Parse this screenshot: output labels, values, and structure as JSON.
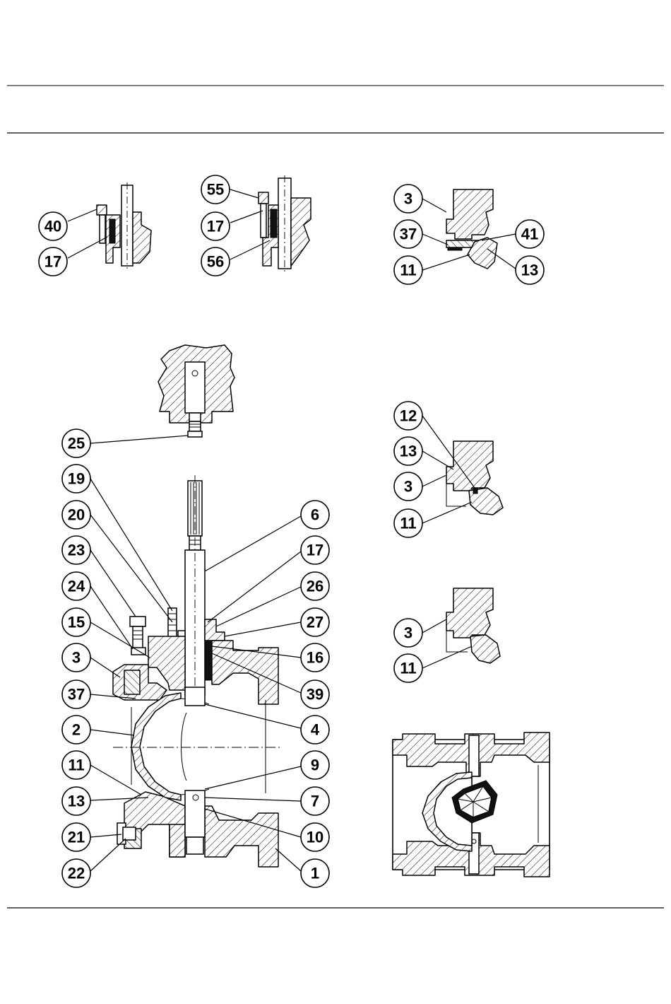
{
  "callouts": {
    "detail_a": {
      "c40": "40",
      "c17": "17"
    },
    "detail_b": {
      "c55": "55",
      "c17": "17",
      "c56": "56"
    },
    "detail_c": {
      "c3": "3",
      "c37": "37",
      "c11": "11",
      "c41": "41",
      "c13": "13"
    },
    "detail_d": {
      "c25": "25"
    },
    "detail_e": {
      "c12": "12",
      "c13": "13",
      "c3": "3",
      "c11": "11"
    },
    "detail_f": {
      "c3": "3",
      "c11": "11"
    },
    "main": {
      "c19": "19",
      "c20": "20",
      "c23": "23",
      "c24": "24",
      "c15": "15",
      "c3": "3",
      "c37": "37",
      "c2": "2",
      "c11": "11",
      "c13": "13",
      "c21": "21",
      "c22": "22",
      "c6": "6",
      "c17": "17",
      "c26": "26",
      "c27": "27",
      "c16": "16",
      "c39": "39",
      "c4": "4",
      "c9": "9",
      "c7": "7",
      "c10": "10",
      "c1": "1"
    }
  }
}
